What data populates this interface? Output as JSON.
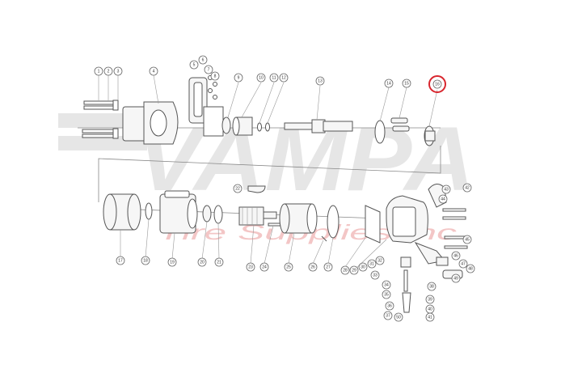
{
  "watermark": {
    "brand": "VAMPA",
    "tagline": "Tire Supplies Inc"
  },
  "colors": {
    "highlight": "#d8262e",
    "watermark_gray": "#c8c8c8",
    "watermark_pink": "#f0b4b4",
    "line": "#555555"
  },
  "callouts": {
    "c1": "1",
    "c2": "2",
    "c3": "3",
    "c4": "4",
    "c5": "5",
    "c6": "6",
    "c7": "7",
    "c8": "8",
    "c9": "9",
    "c10": "10",
    "c11": "11",
    "c12": "12",
    "c13": "13",
    "c14": "14",
    "c15": "15",
    "c16": "16",
    "c17": "17",
    "c18": "18",
    "c19": "19",
    "c20": "20",
    "c21": "21",
    "c22": "22",
    "c23": "23",
    "c24": "24",
    "c25": "25",
    "c26": "26",
    "c27": "27",
    "c28": "28",
    "c29": "29",
    "c30": "30",
    "c31": "31",
    "c32": "32",
    "c33": "33",
    "c34": "34",
    "c35": "35",
    "c36": "36",
    "c37": "37",
    "c38": "38",
    "c39": "39",
    "c40": "40",
    "c41": "41",
    "c42": "42",
    "c43": "43",
    "c44": "44",
    "c45": "45",
    "c46": "46",
    "c47": "47",
    "c48": "48",
    "c49": "49",
    "c50": "50"
  },
  "highlighted_part": "16"
}
